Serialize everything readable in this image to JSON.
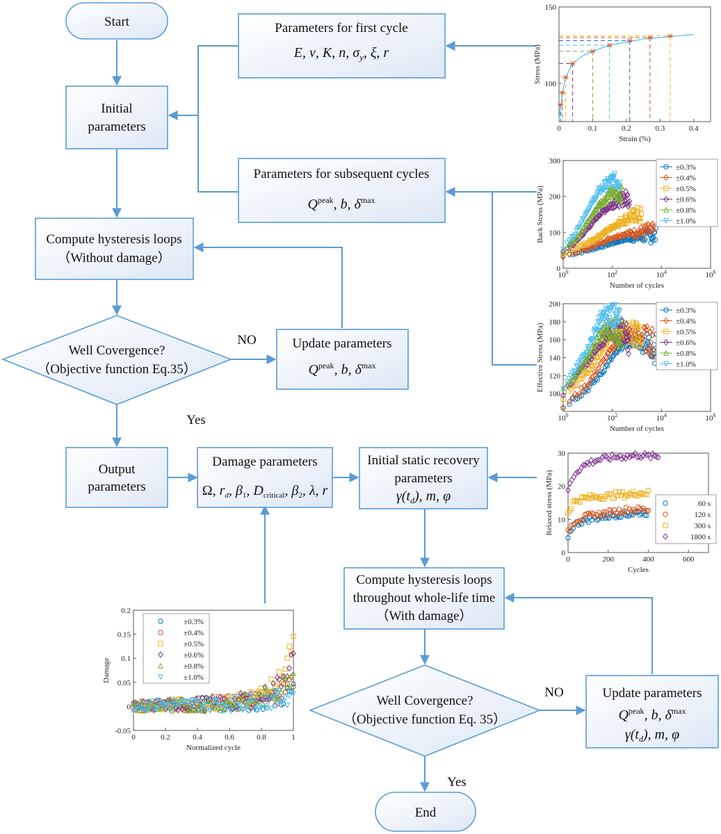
{
  "flowchart": {
    "start": "Start",
    "end": "End",
    "initial": [
      "Initial",
      "parameters"
    ],
    "first_cycle": {
      "title": "Parameters for first cycle",
      "formula": "E,ν,K,n,σy,ξ,r"
    },
    "subsequent": {
      "title": "Parameters for subsequent cycles",
      "formula": "Qpeak,b,δmax"
    },
    "compute1": [
      "Compute hysteresis loops",
      "（Without damage）"
    ],
    "decision1": [
      "Well Covergence?",
      "（Objective function Eq.35）"
    ],
    "no1": "NO",
    "yes1": "Yes",
    "update1": {
      "title": "Update parameters",
      "formula": "Qpeak,b,δmax"
    },
    "output": [
      "Output",
      "parameters"
    ],
    "damage_params": {
      "title": "Damage parameters",
      "formula": "Ω,rd,β1,Dcritical,β2,λ,r"
    },
    "static_recovery": {
      "title": [
        "Initial static recovery",
        "parameters"
      ],
      "formula": "γ(td),m,φ"
    },
    "compute2": [
      "Compute hysteresis loops",
      "throughout whole-life time",
      "（With damage）"
    ],
    "decision2": [
      "Well Covergence?",
      "（Objective function Eq. 35）"
    ],
    "no2": "NO",
    "yes2": "Yes",
    "update2": {
      "title": "Update parameters",
      "formula1": "Qpeak,b,δmax",
      "formula2": "γ(td),m,φ"
    }
  },
  "colors": {
    "flow": "#5b9bd5",
    "series": [
      "#0072bd",
      "#d95319",
      "#edb120",
      "#7e2f8e",
      "#77ac30",
      "#4dbeee"
    ]
  },
  "chart_data": [
    {
      "id": "stress_strain",
      "type": "line",
      "xlabel": "Strain (%)",
      "ylabel": "Stress (MPa)",
      "xlim": [
        0,
        0.45
      ],
      "ylim": [
        75,
        150
      ],
      "xticks": [
        "0",
        "0.1",
        "0.2",
        "0.3",
        "0.4"
      ],
      "yticks": [
        "100",
        "150"
      ],
      "curve": {
        "x": [
          0,
          0.005,
          0.01,
          0.02,
          0.04,
          0.07,
          0.1,
          0.15,
          0.2,
          0.25,
          0.3,
          0.35,
          0.4
        ],
        "y": [
          76,
          86,
          94,
          104,
          113,
          118,
          121,
          125,
          127,
          129,
          130,
          131,
          132
        ]
      },
      "markers": {
        "x": [
          0.005,
          0.01,
          0.02,
          0.04,
          0.1,
          0.15,
          0.21,
          0.27,
          0.33
        ],
        "y": [
          86,
          94,
          104,
          113,
          121,
          125,
          128,
          130,
          131
        ]
      }
    },
    {
      "id": "back_stress",
      "type": "scatter",
      "xlabel": "Number of cycles",
      "ylabel": "Back Stress (MPa)",
      "xscale": "log",
      "xlim": [
        1,
        1000000
      ],
      "ylim": [
        0,
        300
      ],
      "xticks": [
        "10^0",
        "10^2",
        "10^4",
        "10^6"
      ],
      "yticks": [
        "0",
        "100",
        "200",
        "300"
      ],
      "legend_position": "top-right",
      "series": [
        {
          "name": "±0.3%",
          "marker": "circle",
          "x": [
            1,
            3,
            10,
            30,
            100,
            300,
            1000,
            3000,
            6000
          ],
          "y": [
            35,
            42,
            50,
            60,
            70,
            80,
            85,
            90,
            90
          ]
        },
        {
          "name": "±0.4%",
          "marker": "diamond",
          "x": [
            1,
            3,
            10,
            30,
            100,
            300,
            1000,
            3000,
            5000
          ],
          "y": [
            35,
            44,
            55,
            70,
            85,
            95,
            100,
            105,
            100
          ]
        },
        {
          "name": "±0.5%",
          "marker": "square",
          "x": [
            1,
            3,
            10,
            30,
            100,
            300,
            1000,
            1500
          ],
          "y": [
            40,
            55,
            70,
            90,
            115,
            135,
            150,
            145
          ]
        },
        {
          "name": "±0.6%",
          "marker": "diamond",
          "x": [
            1,
            3,
            10,
            30,
            100,
            300,
            500
          ],
          "y": [
            45,
            70,
            110,
            150,
            180,
            195,
            195
          ]
        },
        {
          "name": "±0.8%",
          "marker": "triangle",
          "x": [
            1,
            3,
            10,
            30,
            100,
            250
          ],
          "y": [
            50,
            80,
            130,
            180,
            210,
            205
          ]
        },
        {
          "name": "±1.0%",
          "marker": "triangle-down",
          "x": [
            1,
            3,
            10,
            30,
            100,
            200
          ],
          "y": [
            55,
            95,
            160,
            215,
            245,
            240
          ]
        }
      ]
    },
    {
      "id": "effective_stress",
      "type": "scatter",
      "xlabel": "Number of cycles",
      "ylabel": "Effective Stress (MPa)",
      "xscale": "log",
      "xlim": [
        1,
        1000000
      ],
      "ylim": [
        80,
        200
      ],
      "xticks": [
        "10^0",
        "10^2",
        "10^4",
        "10^6"
      ],
      "yticks": [
        "100",
        "120",
        "140",
        "160",
        "180",
        "200"
      ],
      "legend_position": "top-right",
      "series": [
        {
          "name": "±0.3%",
          "marker": "circle",
          "x": [
            1,
            3,
            10,
            30,
            100,
            300,
            1000,
            3000,
            6000
          ],
          "y": [
            85,
            95,
            105,
            120,
            140,
            155,
            160,
            155,
            150
          ]
        },
        {
          "name": "±0.4%",
          "marker": "diamond",
          "x": [
            1,
            3,
            10,
            30,
            100,
            300,
            1000,
            3000,
            5000
          ],
          "y": [
            85,
            97,
            110,
            130,
            150,
            165,
            165,
            160,
            155
          ]
        },
        {
          "name": "±0.5%",
          "marker": "square",
          "x": [
            1,
            3,
            10,
            30,
            100,
            300,
            1000,
            1500
          ],
          "y": [
            95,
            110,
            125,
            145,
            165,
            170,
            165,
            160
          ]
        },
        {
          "name": "±0.6%",
          "marker": "diamond",
          "x": [
            1,
            3,
            10,
            30,
            100,
            300,
            500
          ],
          "y": [
            100,
            118,
            135,
            155,
            170,
            168,
            160
          ]
        },
        {
          "name": "±0.8%",
          "marker": "triangle",
          "x": [
            1,
            3,
            10,
            30,
            100,
            250
          ],
          "y": [
            103,
            120,
            140,
            165,
            175,
            165
          ]
        },
        {
          "name": "±1.0%",
          "marker": "triangle-down",
          "x": [
            1,
            3,
            10,
            30,
            100,
            200
          ],
          "y": [
            105,
            125,
            150,
            180,
            190,
            175
          ]
        }
      ]
    },
    {
      "id": "relaxed_stress",
      "type": "scatter",
      "xlabel": "Cycles",
      "ylabel": "Relaxed stress (MPa)",
      "xlim": [
        0,
        700
      ],
      "ylim": [
        0,
        30
      ],
      "xticks": [
        "0",
        "200",
        "400",
        "600"
      ],
      "yticks": [
        "0",
        "10",
        "20",
        "30"
      ],
      "legend_position": "right",
      "series": [
        {
          "name": "60 s",
          "marker": "circle",
          "x": [
            0,
            25,
            50,
            100,
            150,
            200,
            250,
            300,
            350,
            400
          ],
          "y": [
            5,
            8,
            9,
            10,
            10.5,
            11,
            11.5,
            11.5,
            12,
            12
          ]
        },
        {
          "name": "120 s",
          "marker": "circle",
          "x": [
            0,
            25,
            50,
            100,
            150,
            200,
            250,
            300,
            350,
            400
          ],
          "y": [
            6,
            9,
            10,
            11,
            11.5,
            12,
            12.5,
            13,
            13,
            13
          ]
        },
        {
          "name": "300 s",
          "marker": "square",
          "x": [
            0,
            25,
            50,
            100,
            150,
            200,
            250,
            300,
            350,
            400
          ],
          "y": [
            12,
            15,
            16,
            16.5,
            17,
            17,
            17.5,
            17.5,
            18,
            18
          ]
        },
        {
          "name": "1800 s",
          "marker": "diamond",
          "x": [
            0,
            25,
            50,
            100,
            150,
            200,
            250,
            300,
            350,
            400,
            450
          ],
          "y": [
            19,
            23,
            25,
            27,
            28,
            28.5,
            29,
            29,
            29.5,
            29,
            29
          ]
        }
      ]
    },
    {
      "id": "damage",
      "type": "scatter",
      "xlabel": "Normalized cycle",
      "ylabel": "Damage",
      "xlim": [
        0,
        1
      ],
      "ylim": [
        -0.05,
        0.2
      ],
      "xticks": [
        "0",
        "0.2",
        "0.4",
        "0.6",
        "0.8",
        "1"
      ],
      "yticks": [
        "-0.05",
        "0",
        "0.05",
        "0.1",
        "0.15",
        "0.2"
      ],
      "legend_position": "top-left",
      "series": [
        {
          "name": "±0.3%",
          "marker": "circle",
          "x": [
            0,
            0.2,
            0.4,
            0.6,
            0.7,
            0.8,
            0.85,
            0.9,
            0.95,
            1
          ],
          "y": [
            0,
            0.002,
            0.004,
            0.006,
            0.008,
            0.01,
            0.012,
            0.015,
            0.022,
            0.035
          ]
        },
        {
          "name": "±0.4%",
          "marker": "circle",
          "x": [
            0,
            0.2,
            0.4,
            0.6,
            0.7,
            0.8,
            0.85,
            0.9,
            0.95,
            1
          ],
          "y": [
            0,
            0.002,
            0.004,
            0.007,
            0.01,
            0.014,
            0.018,
            0.025,
            0.035,
            0.055
          ]
        },
        {
          "name": "±0.5%",
          "marker": "square",
          "x": [
            0,
            0.2,
            0.4,
            0.6,
            0.7,
            0.8,
            0.85,
            0.9,
            0.95,
            1
          ],
          "y": [
            0,
            0.003,
            0.005,
            0.01,
            0.015,
            0.025,
            0.035,
            0.05,
            0.08,
            0.135
          ]
        },
        {
          "name": "±0.6%",
          "marker": "diamond",
          "x": [
            0,
            0.2,
            0.4,
            0.6,
            0.7,
            0.8,
            0.85,
            0.9,
            0.95,
            1
          ],
          "y": [
            0,
            0.002,
            0.004,
            0.008,
            0.012,
            0.02,
            0.03,
            0.045,
            0.07,
            0.105
          ]
        },
        {
          "name": "±0.8%",
          "marker": "triangle",
          "x": [
            0,
            0.2,
            0.4,
            0.6,
            0.7,
            0.8,
            0.85,
            0.9,
            0.95,
            1
          ],
          "y": [
            0,
            0.002,
            0.004,
            0.007,
            0.011,
            0.018,
            0.025,
            0.035,
            0.05,
            0.07
          ]
        },
        {
          "name": "±1.0%",
          "marker": "triangle-down",
          "x": [
            0,
            0.2,
            0.4,
            0.6,
            0.7,
            0.8,
            0.85,
            0.9,
            0.95,
            1
          ],
          "y": [
            0,
            0.001,
            0.003,
            0.005,
            0.007,
            0.01,
            0.012,
            0.015,
            0.02,
            0.028
          ]
        }
      ]
    }
  ]
}
